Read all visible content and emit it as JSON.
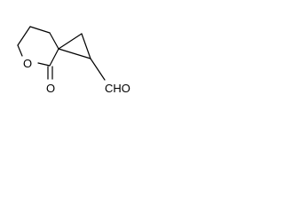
{
  "molecule": {
    "atoms": {
      "ring_oxygen": "O",
      "carbonyl_oxygen": "O",
      "aldehyde_group": "CHO"
    }
  }
}
